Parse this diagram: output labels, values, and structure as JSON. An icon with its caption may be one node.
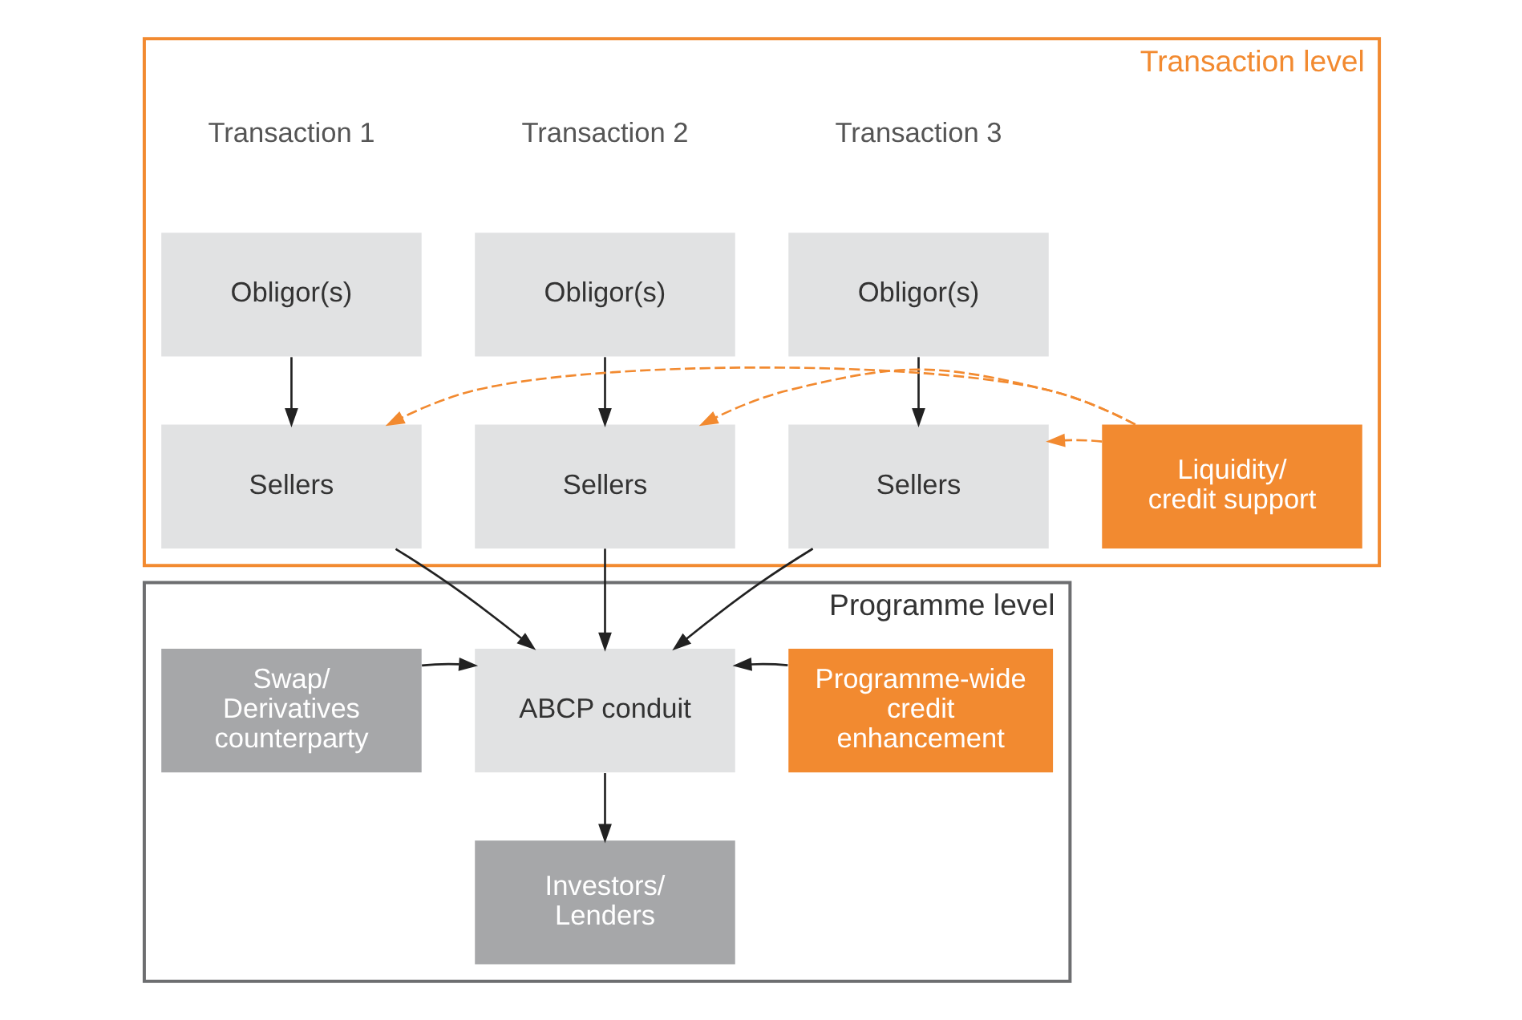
{
  "diagram": {
    "nodes": [
      {
        "text": [
          "Transaction level"
        ]
      },
      {
        "text": [
          "Obligor(s)"
        ],
        "in": 0
      },
      {
        "text": [
          "Obligor(s)"
        ],
        "in": 0
      },
      {
        "text": [
          "Obligor(s)"
        ],
        "in": 0
      },
      {
        "text": [
          "Sellers"
        ],
        "in": 0
      },
      {
        "text": [
          "Sellers"
        ],
        "in": 0
      },
      {
        "text": [
          "Sellers"
        ],
        "in": 0
      },
      {
        "text": [
          "Liquidity/ credit support"
        ],
        "in": 0
      },
      {
        "text": [
          "Programme level"
        ]
      },
      {
        "text": [
          "Swap/ Derivatives counterparty"
        ],
        "in": 8
      },
      {
        "text": [
          "ABCP conduit"
        ],
        "in": 8
      },
      {
        "text": [
          "Programme-wide credit enhancement"
        ],
        "in": 8
      },
      {
        "text": [
          "Investors/ Lenders"
        ],
        "in": 8
      }
    ],
    "edges": [
      {
        "from": 1,
        "to": 4,
        "arrow": "to"
      },
      {
        "from": 2,
        "to": 5,
        "arrow": "to"
      },
      {
        "from": 3,
        "to": 6,
        "arrow": "to"
      },
      {
        "from": 4,
        "to": 10,
        "arrow": "to"
      },
      {
        "from": 5,
        "to": 10,
        "arrow": "to"
      },
      {
        "from": 6,
        "to": 10,
        "arrow": "to"
      },
      {
        "from": 7,
        "to": 4,
        "arrow": "to",
        "style": "dashed",
        "color": "#f28a30"
      },
      {
        "from": 7,
        "to": 5,
        "arrow": "to",
        "style": "dashed",
        "color": "#f28a30"
      },
      {
        "from": 7,
        "to": 6,
        "arrow": "to",
        "style": "dashed",
        "color": "#f28a30"
      },
      {
        "from": 9,
        "to": 10,
        "arrow": "to"
      },
      {
        "from": 11,
        "to": 10,
        "arrow": "to"
      },
      {
        "from": 10,
        "to": 12,
        "arrow": "to"
      }
    ],
    "labels": [
      "Transaction 1",
      "Transaction 2",
      "Transaction 3"
    ]
  }
}
